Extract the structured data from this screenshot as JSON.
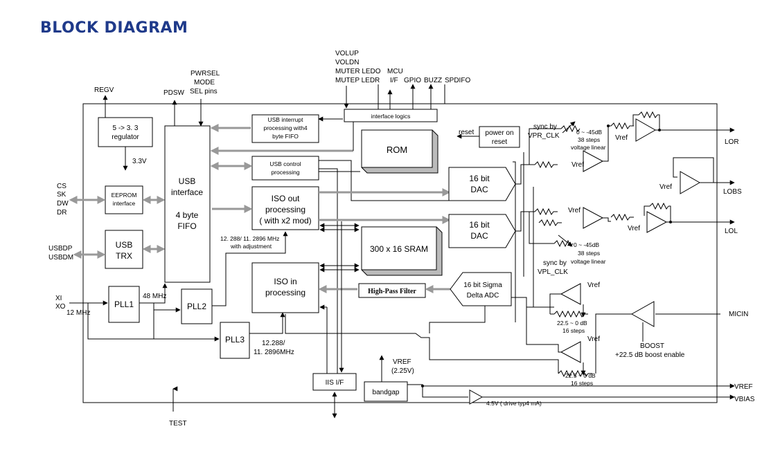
{
  "title": "BLOCK DIAGRAM",
  "labels": {
    "regv": "REGV",
    "pdsw": "PDSW",
    "pwrsel1": "PWRSEL",
    "pwrsel2": "MODE",
    "pwrsel3": "SEL pins",
    "volup": "VOLUP",
    "voldn": "VOLDN",
    "muter": "MUTER LEDO",
    "mutep": "MUTEP LEDR",
    "mcu1": "MCU",
    "mcu2": "I/F",
    "gpio": "GPIO",
    "buzz": "BUZZ",
    "spdifo": "SPDIFO",
    "cs": "CS",
    "sk": "SK",
    "dw": "DW",
    "dr": "DR",
    "usbdp": "USBDP",
    "usbdm": "USBDM",
    "xi": "XI",
    "xo": "XO",
    "mhz12": "12 MHz",
    "mhz48": "48 MHz",
    "v33": "3.3V",
    "test": "TEST",
    "lor": "LOR",
    "lobs": "LOBS",
    "lol": "LOL",
    "micin": "MICIN",
    "vref_out": "VREF",
    "vbias": "VBIAS",
    "reset": "reset",
    "vref_a": "Vref",
    "freq_adj1": "12. 288/ 11. 2896 MHz",
    "freq_adj2": "with adjustment",
    "freq_pll3a": "12.288/",
    "freq_pll3b": "11. 2896MHz",
    "sync_r1": "sync by",
    "sync_r2": "VPR_CLK",
    "sync_l1": "sync by",
    "sync_l2": "VPL_CLK",
    "atten_r1": "0 ~ -45dB",
    "atten_r2": "38 steps",
    "atten_r3": "voltage linear",
    "atten_l1": "0 ~ -45dB",
    "atten_l2": "38 steps",
    "atten_l3": "voltage linear",
    "mic1a": "22.5 ~ 0 dB",
    "mic1b": "16 steps",
    "mic2a": "22.5 ~ 0 dB",
    "mic2b": "16 steps",
    "boost1": "BOOST",
    "boost2": "+22.5 dB boost enable",
    "vref_225a": "VREF",
    "vref_225b": "(2.25V)",
    "drive": "4.5V ( drive typ4 mA)"
  },
  "blocks": {
    "regulator1": "5 -> 3. 3",
    "regulator2": "regulator",
    "eeprom1": "EEPROM",
    "eeprom2": "interface",
    "usbtrx1": "USB",
    "usbtrx2": "TRX",
    "usbif1": "USB",
    "usbif2": "interface",
    "usbif3": "4 byte",
    "usbif4": "FIFO",
    "pll1": "PLL1",
    "pll2": "PLL2",
    "pll3": "PLL3",
    "intr1": "USB interrupt",
    "intr2": "processing with4",
    "intr3": "byte FIFO",
    "ctrl1": "USB control",
    "ctrl2": "processing",
    "iface": "interface logics",
    "rom": "ROM",
    "isoout1": "ISO out",
    "isoout2": "processing",
    "isoout3": "( with x2 mod)",
    "sram": "300 x 16 SRAM",
    "isoin1": "ISO in",
    "isoin2": "processing",
    "hpf": "High-Pass Filter",
    "adc1": "16 bit Sigma",
    "adc2": "Delta ADC",
    "dac1a": "16 bit",
    "dac1b": "DAC",
    "dac2a": "16 bit",
    "dac2b": "DAC",
    "por1": "power on",
    "por2": "reset",
    "iis": "IIS I/F",
    "bandgap": "bandgap"
  }
}
